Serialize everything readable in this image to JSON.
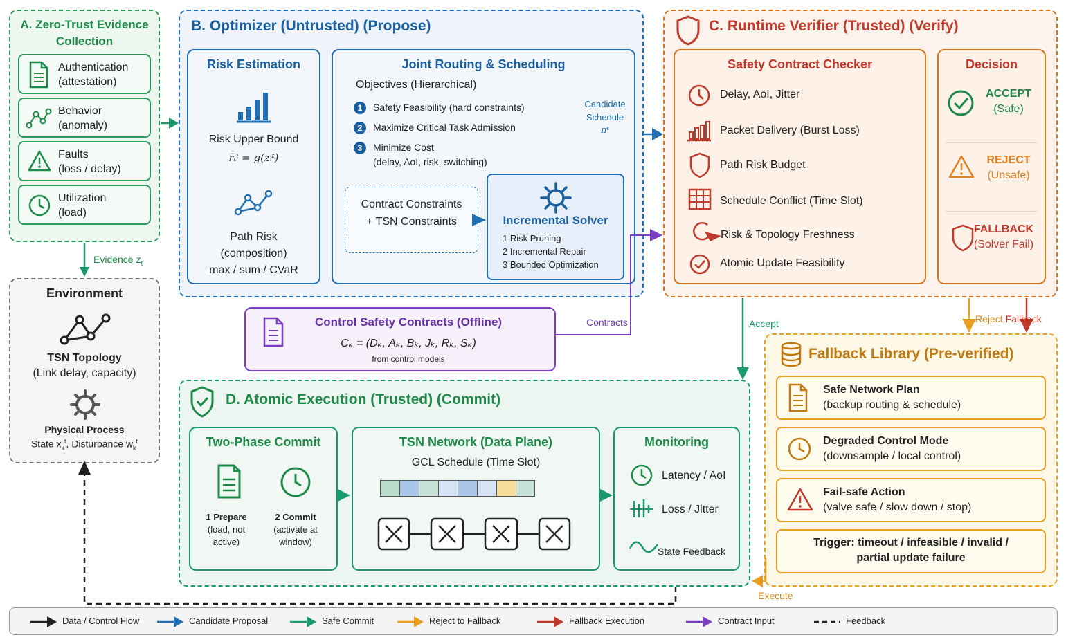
{
  "panelA": {
    "title": "A. Zero-Trust Evidence Collection",
    "items": [
      {
        "l1": "Authentication",
        "l2": "(attestation)",
        "icon": "document-icon"
      },
      {
        "l1": "Behavior",
        "l2": "(anomaly)",
        "icon": "graph-icon"
      },
      {
        "l1": "Faults",
        "l2": "(loss / delay)",
        "icon": "warning-icon"
      },
      {
        "l1": "Utilization",
        "l2": "(load)",
        "icon": "clock-icon"
      }
    ],
    "evidence_label": "Evidence z",
    "evidence_sub": "t"
  },
  "environment": {
    "title": "Environment",
    "topology_title": "TSN Topology",
    "topology_sub": "(Link delay, capacity)",
    "process_title": "Physical Process",
    "process_state": "State x",
    "process_state_sub": "k",
    "process_state_sup": "t",
    "process_dist": ", Disturbance w",
    "process_dist_sub": "k",
    "process_dist_sup": "t"
  },
  "panelB": {
    "title": "B. Optimizer (Untrusted) (Propose)",
    "risk": {
      "title": "Risk Estimation",
      "upper_bound": "Risk Upper Bound",
      "formula": "r̄ₜⁱ = g(zᵢᵗ)",
      "path_risk_l1": "Path Risk",
      "path_risk_l2": "(composition)",
      "path_risk_l3": "max / sum / CVaR"
    },
    "joint": {
      "title": "Joint Routing & Scheduling",
      "objectives_title": "Objectives (Hierarchical)",
      "objectives": [
        {
          "num": "1",
          "text": "Safety Feasibility (hard constraints)",
          "sub": ""
        },
        {
          "num": "2",
          "text": "Maximize Critical Task Admission",
          "sub": ""
        },
        {
          "num": "3",
          "text": "Minimize Cost",
          "sub": "(delay, AoI, risk, switching)"
        }
      ],
      "candidate_l1": "Candidate",
      "candidate_l2": "Schedule",
      "candidate_l3": "πᵗ",
      "constraints_l1": "Contract Constraints",
      "constraints_l2": "+ TSN Constraints",
      "solver_title": "Incremental Solver",
      "solver_steps": [
        "1 Risk Pruning",
        "2 Incremental Repair",
        "3 Bounded Optimization"
      ]
    }
  },
  "contracts": {
    "title": "Control Safety Contracts (Offline)",
    "formula": "Cₖ = (D̄ₖ, Āₖ, B̄ₖ, J̄ₖ, R̄ₖ, Sₖ)",
    "source": "from control models",
    "edge_label": "Contracts"
  },
  "panelC": {
    "title": "C. Runtime Verifier (Trusted) (Verify)",
    "checker_title": "Safety Contract Checker",
    "checks": [
      {
        "text": "Delay, AoI, Jitter",
        "icon": "clock-icon"
      },
      {
        "text": "Packet Delivery (Burst Loss)",
        "icon": "bar-chart-icon"
      },
      {
        "text": "Path Risk Budget",
        "icon": "shield-icon"
      },
      {
        "text": "Schedule Conflict (Time Slot)",
        "icon": "grid-icon"
      },
      {
        "text": "Risk & Topology Freshness",
        "icon": "refresh-icon"
      },
      {
        "text": "Atomic Update Feasibility",
        "icon": "check-circle-icon"
      }
    ],
    "decision_title": "Decision",
    "accept_l1": "ACCEPT",
    "accept_l2": "(Safe)",
    "reject_l1": "REJECT",
    "reject_l2": "(Unsafe)",
    "fallback_l1": "FALLBACK",
    "fallback_l2": "(Solver Fail)",
    "accept_edge": "Accept",
    "reject_edge": "Reject",
    "fallback_edge": "Fallback"
  },
  "fallbackLib": {
    "title": "Fallback Library (Pre-verified)",
    "items": [
      {
        "l1": "Safe Network Plan",
        "l2": "(backup routing & schedule)",
        "icon": "document-icon"
      },
      {
        "l1": "Degraded Control Mode",
        "l2": "(downsample / local control)",
        "icon": "clock-icon"
      },
      {
        "l1": "Fail-safe Action",
        "l2": "(valve safe / slow down / stop)",
        "icon": "warning-icon"
      }
    ],
    "trigger_l1": "Trigger: timeout / infeasible / invalid /",
    "trigger_l2": "partial update failure",
    "execute_edge": "Execute"
  },
  "panelD": {
    "title": "D. Atomic Execution (Trusted) (Commit)",
    "twophase_title": "Two-Phase Commit",
    "prepare_l1": "1 Prepare",
    "prepare_l2": "(load, not",
    "prepare_l3": "active)",
    "commit_l1": "2 Commit",
    "commit_l2": "(activate at",
    "commit_l3": "window)",
    "tsn_title": "TSN Network (Data Plane)",
    "gcl": "GCL Schedule (Time Slot)",
    "gcl_colors": [
      "#b7dccb",
      "#a9c5e8",
      "#c8e1d6",
      "#d6e4f5",
      "#a9c5e8",
      "#d6e4f5",
      "#f7dc9a",
      "#c8e1d6"
    ],
    "monitor_title": "Monitoring",
    "monitor_items": [
      "Latency / AoI",
      "Loss / Jitter",
      "State Feedback"
    ]
  },
  "legend": [
    {
      "label": "Data / Control Flow",
      "color": "#222222",
      "style": "arrow"
    },
    {
      "label": "Candidate Proposal",
      "color": "#1f6fb2",
      "style": "arrow"
    },
    {
      "label": "Safe Commit",
      "color": "#1a9a6c",
      "style": "arrow"
    },
    {
      "label": "Reject to Fallback",
      "color": "#e8a020",
      "style": "arrow"
    },
    {
      "label": "Fallback Execution",
      "color": "#c0392b",
      "style": "arrow"
    },
    {
      "label": "Contract Input",
      "color": "#7b3fbf",
      "style": "arrow"
    },
    {
      "label": "Feedback",
      "color": "#222222",
      "style": "dash"
    }
  ]
}
